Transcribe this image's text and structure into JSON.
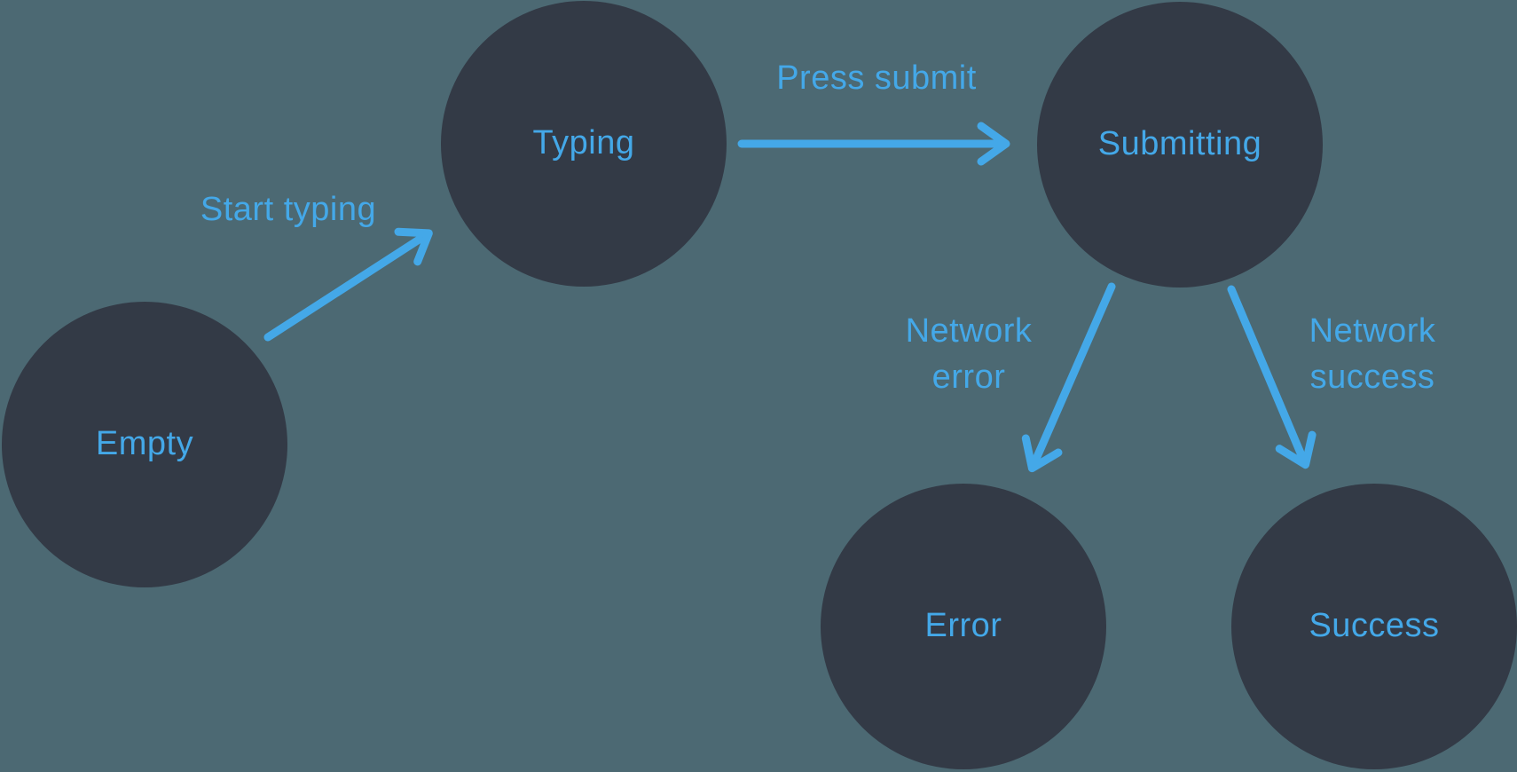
{
  "diagram": {
    "type": "state-machine",
    "colors": {
      "background": "#4C6973",
      "node_fill": "#333A46",
      "accent": "#44A8E8"
    },
    "nodes": [
      {
        "id": "empty",
        "label": "Empty"
      },
      {
        "id": "typing",
        "label": "Typing"
      },
      {
        "id": "submitting",
        "label": "Submitting"
      },
      {
        "id": "error",
        "label": "Error"
      },
      {
        "id": "success",
        "label": "Success"
      }
    ],
    "edges": [
      {
        "id": "start-typing",
        "label": "Start typing",
        "from": "empty",
        "to": "typing"
      },
      {
        "id": "press-submit",
        "label": "Press submit",
        "from": "typing",
        "to": "submitting"
      },
      {
        "id": "network-error",
        "label": "Network error",
        "from": "submitting",
        "to": "error"
      },
      {
        "id": "network-success",
        "label": "Network success",
        "from": "submitting",
        "to": "success"
      }
    ]
  }
}
